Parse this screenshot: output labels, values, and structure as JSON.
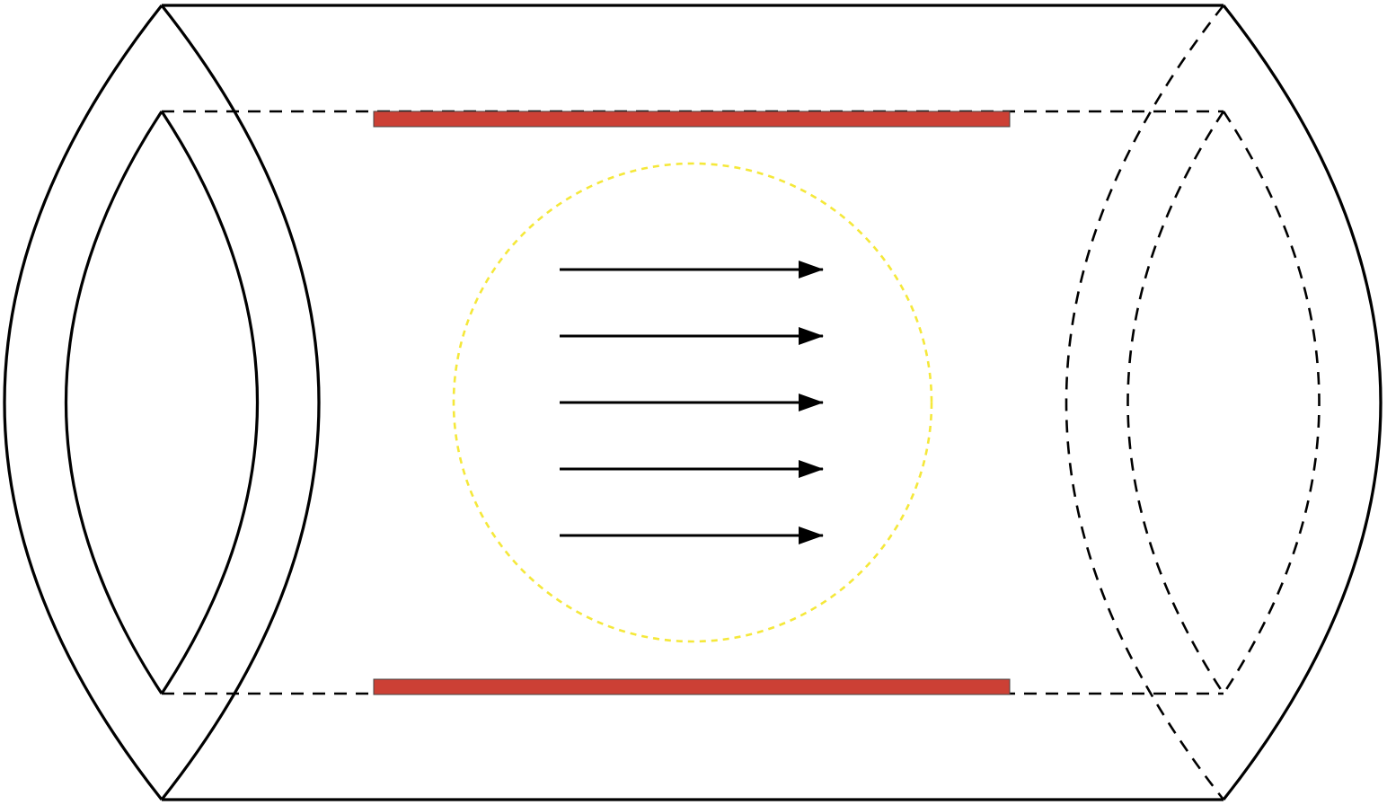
{
  "diagram": {
    "colors": {
      "plate": "#cc4035",
      "plate_border": "#444444",
      "region_circle": "#f5e83a",
      "outline": "#000000",
      "arrow": "#000000"
    },
    "elements": {
      "plates": [
        "top-plate",
        "bottom-plate"
      ],
      "field_arrow_count": 5,
      "field_direction": "right"
    }
  }
}
